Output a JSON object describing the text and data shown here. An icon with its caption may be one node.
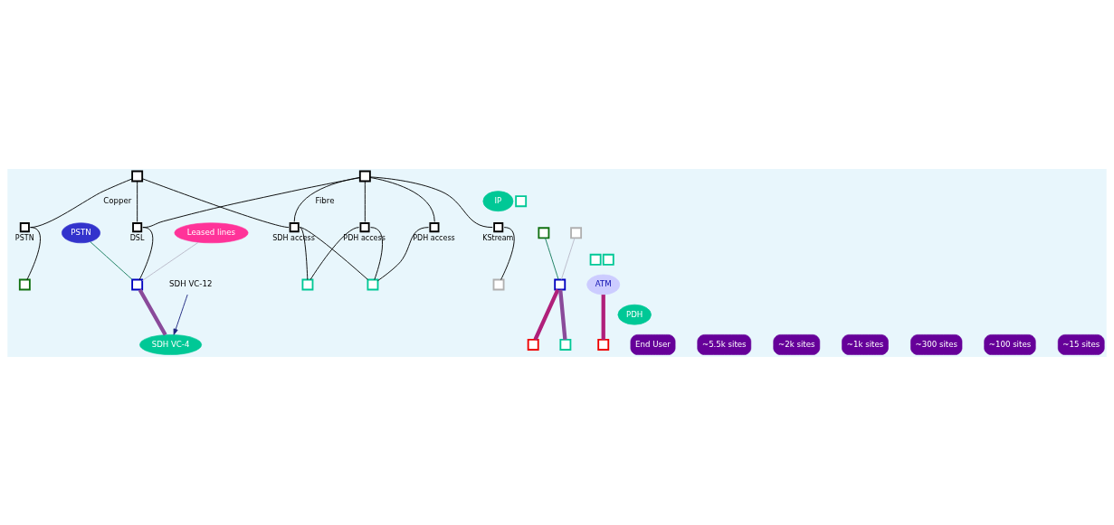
{
  "diagram": {
    "nodes": [
      {
        "text": [],
        "shape": "box"
      },
      {
        "text": [],
        "shape": "box"
      },
      {
        "text": [],
        "shape": "box",
        "beside": [
          "PSTN"
        ]
      },
      {
        "text": [],
        "shape": "box",
        "beside": [
          "KStream"
        ]
      },
      {
        "text": [],
        "shape": "box",
        "beside": [
          "DSL"
        ]
      },
      {
        "text": [],
        "shape": "box",
        "beside": [
          "PDH access"
        ]
      },
      {
        "text": [],
        "shape": "box",
        "beside": [
          "SDH access"
        ]
      },
      {
        "text": [],
        "shape": "box",
        "beside": [
          "PDH access"
        ]
      },
      {
        "text": [
          "PSTN"
        ]
      },
      {
        "text": [],
        "shape": "box"
      },
      {
        "text": [],
        "shape": "box"
      },
      {
        "text": [
          "Leased lines"
        ]
      },
      {
        "text": [],
        "shape": "box"
      },
      {
        "text": [],
        "shape": "box"
      },
      {
        "text": [
          "ATM"
        ]
      },
      {
        "text": [],
        "shape": "box"
      },
      {
        "text": [],
        "shape": "box"
      },
      {
        "text": [
          "IP"
        ]
      },
      {
        "text": [],
        "shape": "box"
      },
      {
        "text": [],
        "shape": "box"
      },
      {
        "text": [
          "SDH VC-4"
        ]
      },
      {
        "text": [],
        "shape": "box"
      },
      {
        "text": [],
        "shape": "box"
      },
      {
        "text": [],
        "shape": "box"
      },
      {
        "text": [
          "PDH"
        ]
      },
      {
        "text": [],
        "shape": "box"
      },
      {
        "text": [],
        "shape": "box"
      },
      {
        "text": [],
        "shape": "box"
      },
      {
        "text": [
          "SDH VC-12"
        ]
      },
      {
        "text": [
          "End User"
        ]
      },
      {
        "text": [
          "~5.5k sites"
        ]
      },
      {
        "text": [
          "~2k sites"
        ]
      },
      {
        "text": [
          "~1k sites"
        ]
      },
      {
        "text": [
          "~300 sites"
        ]
      },
      {
        "text": [
          "~100 sites"
        ]
      },
      {
        "text": [
          "~15 sites"
        ]
      }
    ],
    "edges": [
      {
        "from": 0,
        "to": 2,
        "arrow": "none",
        "label": "Copper"
      },
      {
        "from": 0,
        "to": 4,
        "arrow": "none"
      },
      {
        "from": 0,
        "to": 6,
        "arrow": "none"
      },
      {
        "from": 1,
        "to": 3,
        "arrow": "none"
      },
      {
        "from": 1,
        "to": 4,
        "arrow": "none"
      },
      {
        "from": 1,
        "to": 5,
        "arrow": "none"
      },
      {
        "from": 1,
        "to": 6,
        "arrow": "none",
        "label": "Fibre"
      },
      {
        "from": 1,
        "to": 7,
        "arrow": "none"
      },
      {
        "from": 2,
        "to": 9,
        "arrow": "none"
      },
      {
        "from": 3,
        "to": 12,
        "arrow": "none"
      },
      {
        "from": 4,
        "to": 15,
        "arrow": "none"
      },
      {
        "from": 5,
        "to": 21,
        "arrow": "none"
      },
      {
        "from": 6,
        "to": 21,
        "arrow": "none"
      },
      {
        "from": 6,
        "to": 26,
        "arrow": "none"
      },
      {
        "from": 7,
        "to": 21,
        "arrow": "none"
      },
      {
        "from": 7,
        "to": 26,
        "arrow": "none"
      },
      {
        "from": 8,
        "to": 15,
        "arrow": "none",
        "color": "#117a5a"
      },
      {
        "from": 11,
        "to": 15,
        "arrow": "none",
        "color": "#b8b8c8"
      },
      {
        "from": 10,
        "to": 16,
        "arrow": "none",
        "color": "#117a5a"
      },
      {
        "from": 13,
        "to": 16,
        "arrow": "none",
        "color": "#b8b8c8"
      },
      {
        "from": 15,
        "to": 20,
        "arrow": "none",
        "style": "thick",
        "color": "#8a4a9a"
      },
      {
        "from": 14,
        "to": 18,
        "arrow": "none",
        "style": "thick",
        "color": "#b0207a"
      },
      {
        "from": 16,
        "to": 19,
        "arrow": "none",
        "style": "thick",
        "color": "#b0207a"
      },
      {
        "from": 16,
        "to": 23,
        "arrow": "none",
        "style": "thick",
        "color": "#8a4a9a"
      },
      {
        "from": 28,
        "to": 20,
        "arrow": "to",
        "color": "#1a237e"
      }
    ]
  }
}
